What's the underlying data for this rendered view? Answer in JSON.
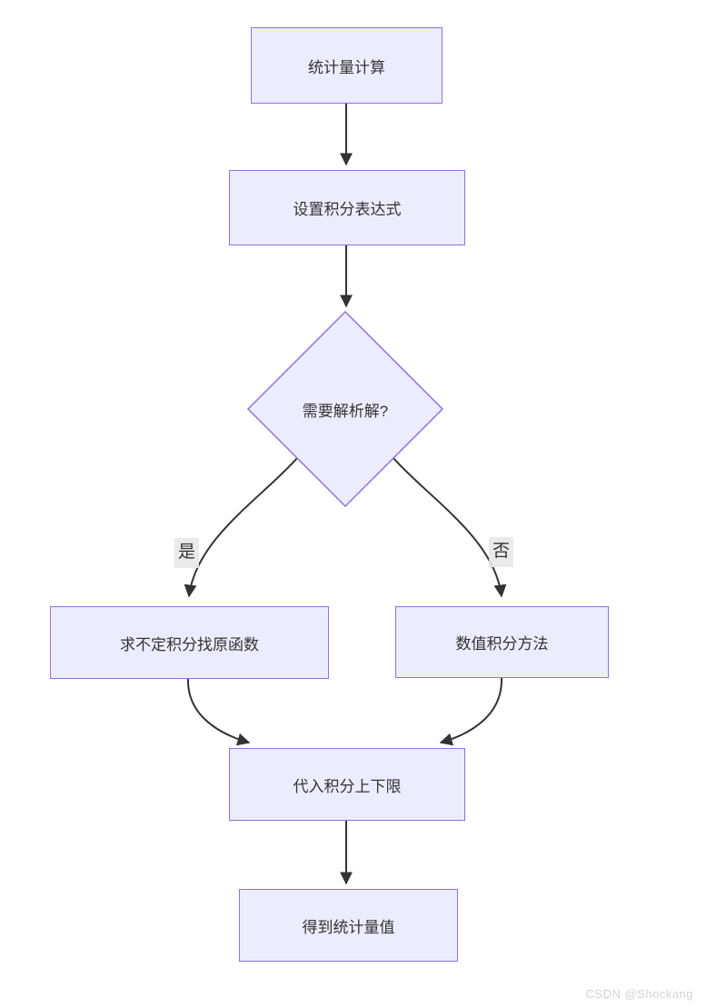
{
  "diagram": {
    "type": "flowchart",
    "direction": "top-down",
    "nodes": {
      "start": {
        "label": "统计量计算",
        "shape": "rect"
      },
      "setup": {
        "label": "设置积分表达式",
        "shape": "rect"
      },
      "decision": {
        "label": "需要解析解?",
        "shape": "diamond"
      },
      "analytic": {
        "label": "求不定积分找原函数",
        "shape": "rect"
      },
      "numeric": {
        "label": "数值积分方法",
        "shape": "rect"
      },
      "substitute": {
        "label": "代入积分上下限",
        "shape": "rect"
      },
      "result": {
        "label": "得到统计量值",
        "shape": "rect"
      }
    },
    "edges": [
      {
        "from": "start",
        "to": "setup",
        "label": ""
      },
      {
        "from": "setup",
        "to": "decision",
        "label": ""
      },
      {
        "from": "decision",
        "to": "analytic",
        "label": "是"
      },
      {
        "from": "decision",
        "to": "numeric",
        "label": "否"
      },
      {
        "from": "analytic",
        "to": "substitute",
        "label": ""
      },
      {
        "from": "numeric",
        "to": "substitute",
        "label": ""
      },
      {
        "from": "substitute",
        "to": "result",
        "label": ""
      }
    ],
    "edge_labels": {
      "yes": "是",
      "no": "否"
    },
    "colors": {
      "node_fill": "#ECECFF",
      "node_border": "#9370DB",
      "edge_stroke": "#333333",
      "text": "#333333",
      "edge_label_bg": "#e8e8e8",
      "watermark": "#d3d3d3"
    }
  },
  "watermark": {
    "text": "CSDN @Shockang"
  }
}
